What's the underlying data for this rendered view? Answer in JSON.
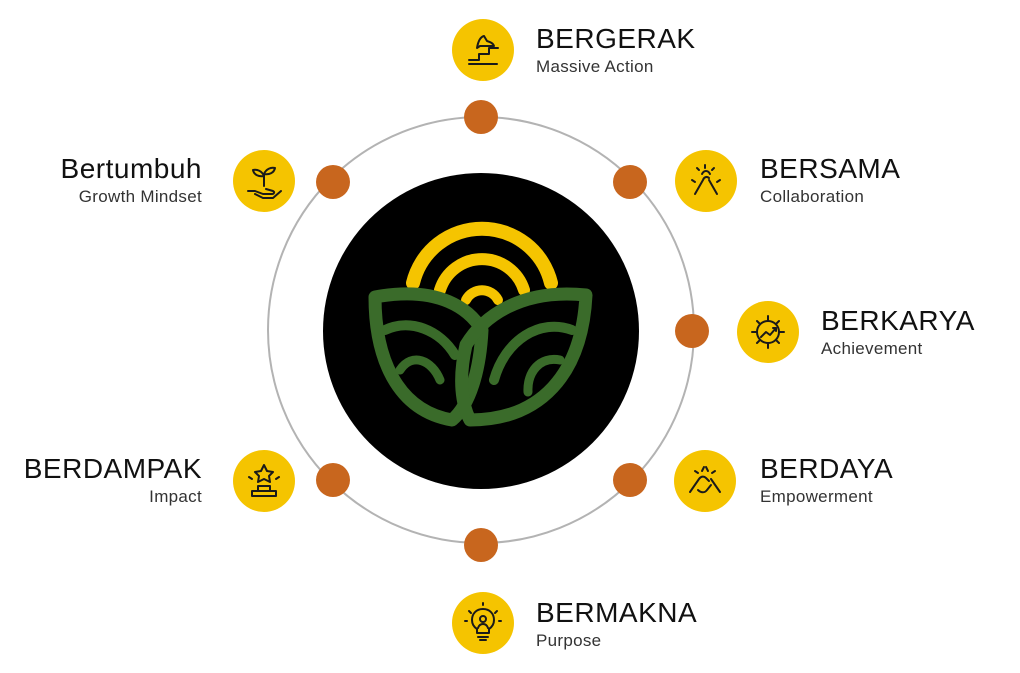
{
  "colors": {
    "ring": "#b3b3b3",
    "node": "#c8661e",
    "badge": "#f5c400",
    "icon_stroke": "#1a1a1a",
    "center_bg": "#000000",
    "logo_green": "#3a6b2a",
    "logo_yellow": "#f5c400"
  },
  "values": [
    {
      "title": "BERGERAK",
      "subtitle": "Massive Action",
      "icon": "footstep-stairs-icon"
    },
    {
      "title": "BERSAMA",
      "subtitle": "Collaboration",
      "icon": "hands-together-icon"
    },
    {
      "title": "BERKARYA",
      "subtitle": "Achievement",
      "icon": "gear-growth-icon"
    },
    {
      "title": "BERDAYA",
      "subtitle": "Empowerment",
      "icon": "handshake-icon"
    },
    {
      "title": "BERMAKNA",
      "subtitle": "Purpose",
      "icon": "lightbulb-person-icon"
    },
    {
      "title": "BERDAMPAK",
      "subtitle": "Impact",
      "icon": "podium-star-icon"
    },
    {
      "title": "Bertumbuh",
      "subtitle": "Growth Mindset",
      "icon": "sprout-hand-icon"
    }
  ]
}
